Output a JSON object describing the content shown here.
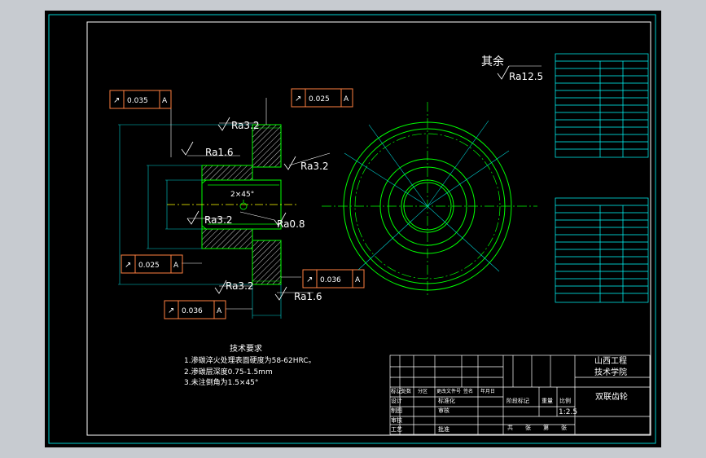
{
  "colors": {
    "background": "#000000",
    "frame": "#00d0d0",
    "border": "#ffffff",
    "part": "#00ff00",
    "annotation": "#ffffff",
    "tolerance": "#ff8040",
    "center_line": "#00ff00",
    "hidden": "#ffff00",
    "table": "#00ffff",
    "hatch": "#ffffff"
  },
  "surface_finish": {
    "other_label": "其余",
    "other_value": "Ra12.5",
    "ra_top": "Ra3.2",
    "ra_left_top": "Ra1.6",
    "ra_right_top": "Ra3.2",
    "ra_left_mid": "Ra3.2",
    "ra_center": "Ra0.8",
    "ra_bottom": "Ra3.2",
    "ra_bottom_right": "Ra1.6"
  },
  "tolerances": [
    {
      "symbol": "↗",
      "value": "0.035",
      "datum": "A"
    },
    {
      "symbol": "↗",
      "value": "0.025",
      "datum": "A"
    },
    {
      "symbol": "↗",
      "value": "0.025",
      "datum": "A"
    },
    {
      "symbol": "↗",
      "value": "0.036",
      "datum": "A"
    },
    {
      "symbol": "↗",
      "value": "0.036",
      "datum": "A"
    }
  ],
  "chamfer_note": "2×45°",
  "tech_requirements": {
    "title": "技术要求",
    "items": [
      "1.渗碳淬火处理表面硬度为58-62HRC。",
      "2.渗碳层深度0.75-1.5mm",
      "3.未注倒角为1.5×45°"
    ]
  },
  "title_block": {
    "school_line1": "山西工程",
    "school_line2": "技术学院",
    "drawing_name": "双联齿轮",
    "scale": "1:2.5",
    "row_labels": [
      "标记",
      "设计",
      "制图",
      "审核",
      "工艺"
    ],
    "col_labels": [
      "处数",
      "分区",
      "更改文件号",
      "签名",
      "年月日"
    ],
    "mid_labels": [
      "标准化",
      "审核",
      "批准"
    ],
    "stage_label": "阶段标记",
    "weight_label": "重量",
    "ratio_label": "比例",
    "sheets": [
      "共",
      "张",
      "第",
      "张"
    ]
  }
}
